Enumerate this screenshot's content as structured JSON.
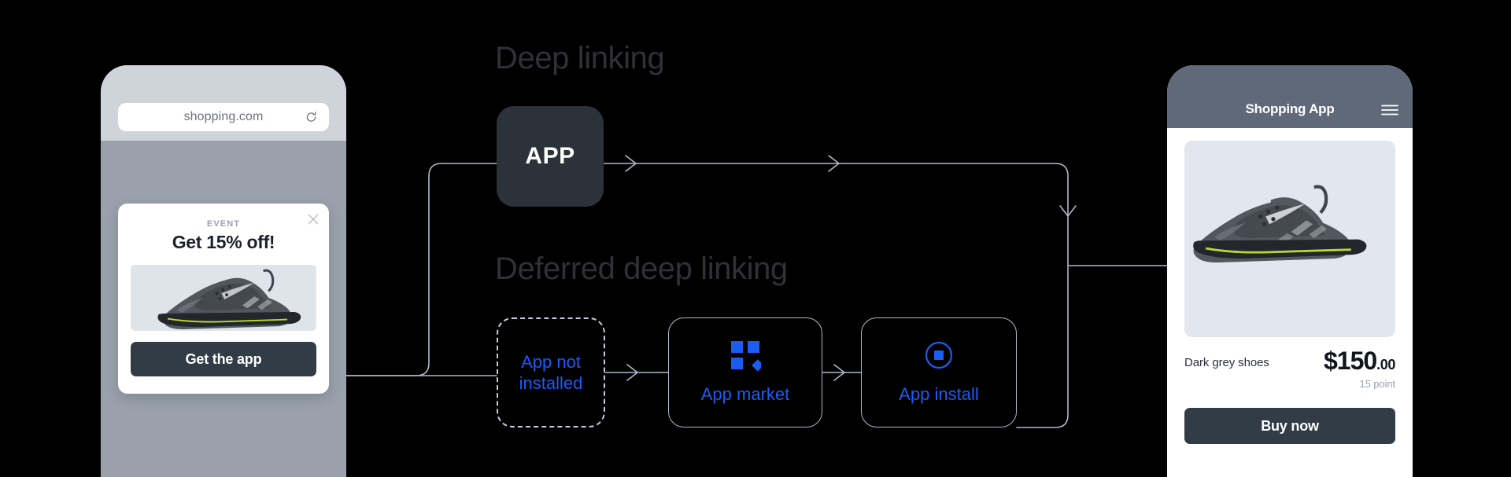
{
  "diagram": {
    "sections": [
      {
        "id": "deep",
        "title": "Deep linking"
      },
      {
        "id": "deferred",
        "title": "Deferred deep linking"
      }
    ],
    "app_tile": {
      "label": "APP",
      "icon": "app-tile-icon"
    },
    "nodes": [
      {
        "id": "app-not-installed",
        "label": "App not\ninstalled",
        "style": "dashed",
        "icon": null
      },
      {
        "id": "app-market",
        "label": "App market",
        "style": "solid",
        "icon": "app-market-grid-icon"
      },
      {
        "id": "app-install",
        "label": "App install",
        "style": "solid",
        "icon": "app-install-circle-icon"
      }
    ],
    "colors": {
      "background": "#000000",
      "accent_blue": "#1b5cf3",
      "connector": "#aebacb",
      "section_title": "#2f3136",
      "tile": "#2b3239"
    }
  },
  "phone_browser": {
    "url": "shopping.com",
    "reload_icon": "reload-icon",
    "promo": {
      "close_icon": "close-icon",
      "eyebrow": "EVENT",
      "headline": "Get 15% off!",
      "product_image_alt": "dark grey sneaker",
      "cta_label": "Get the app"
    }
  },
  "phone_app": {
    "header": {
      "title": "Shopping App",
      "menu_icon": "hamburger-menu-icon"
    },
    "product": {
      "image_alt": "dark grey sneaker",
      "name": "Dark grey shoes",
      "price_main": "$150",
      "price_cents": ".00",
      "points": "15 point"
    },
    "buy_label": "Buy now"
  }
}
